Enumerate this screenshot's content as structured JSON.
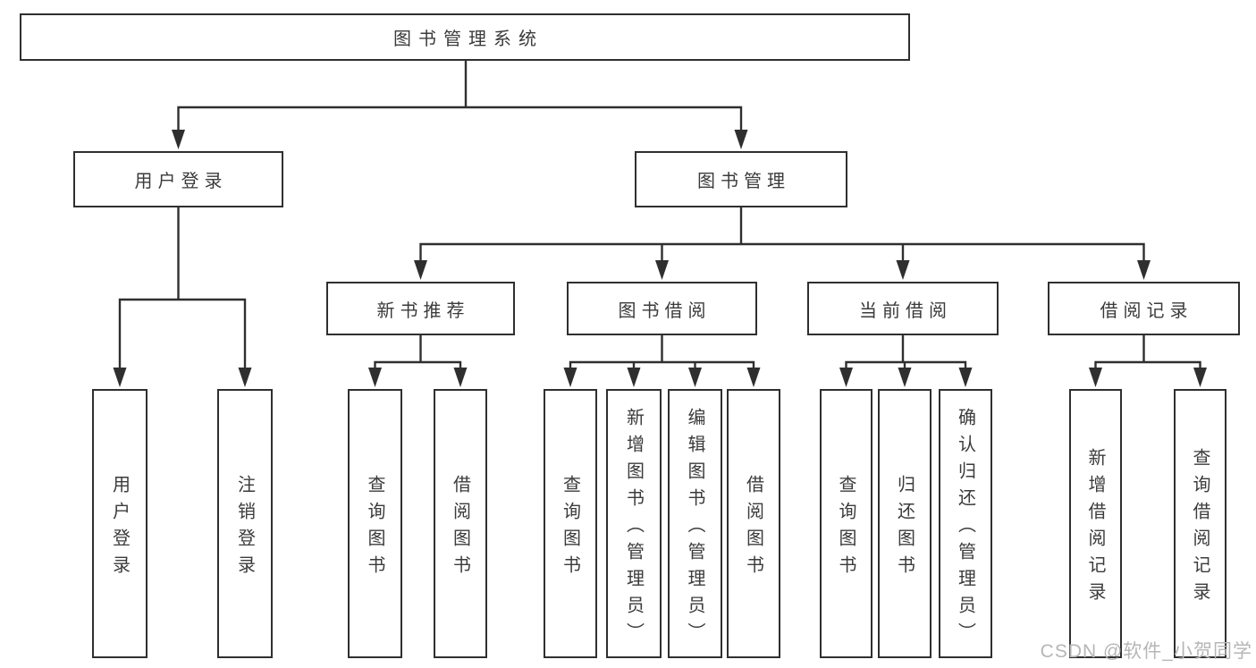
{
  "diagram": {
    "root": {
      "label": "图书管理系统"
    },
    "level2": [
      {
        "label": "用户登录"
      },
      {
        "label": "图书管理"
      }
    ],
    "level3": [
      {
        "label": "新书推荐"
      },
      {
        "label": "图书借阅"
      },
      {
        "label": "当前借阅"
      },
      {
        "label": "借阅记录"
      }
    ],
    "leaves": [
      {
        "label": "用户登录"
      },
      {
        "label": "注销登录"
      },
      {
        "label": "查询图书"
      },
      {
        "label": "借阅图书"
      },
      {
        "label": "查询图书"
      },
      {
        "label": "新增图书（管理员）"
      },
      {
        "label": "编辑图书（管理员）"
      },
      {
        "label": "借阅图书"
      },
      {
        "label": "查询图书"
      },
      {
        "label": "归还图书"
      },
      {
        "label": "确认归还（管理员）"
      },
      {
        "label": "新增借阅记录"
      },
      {
        "label": "查询借阅记录"
      }
    ],
    "watermark": "CSDN @软件_小贺同学",
    "colors": {
      "line": "#2f2f2f",
      "box_border": "#2f2f2f",
      "text": "#3b3b3b",
      "watermark": "#b6b6b6",
      "background": "#ffffff"
    }
  }
}
